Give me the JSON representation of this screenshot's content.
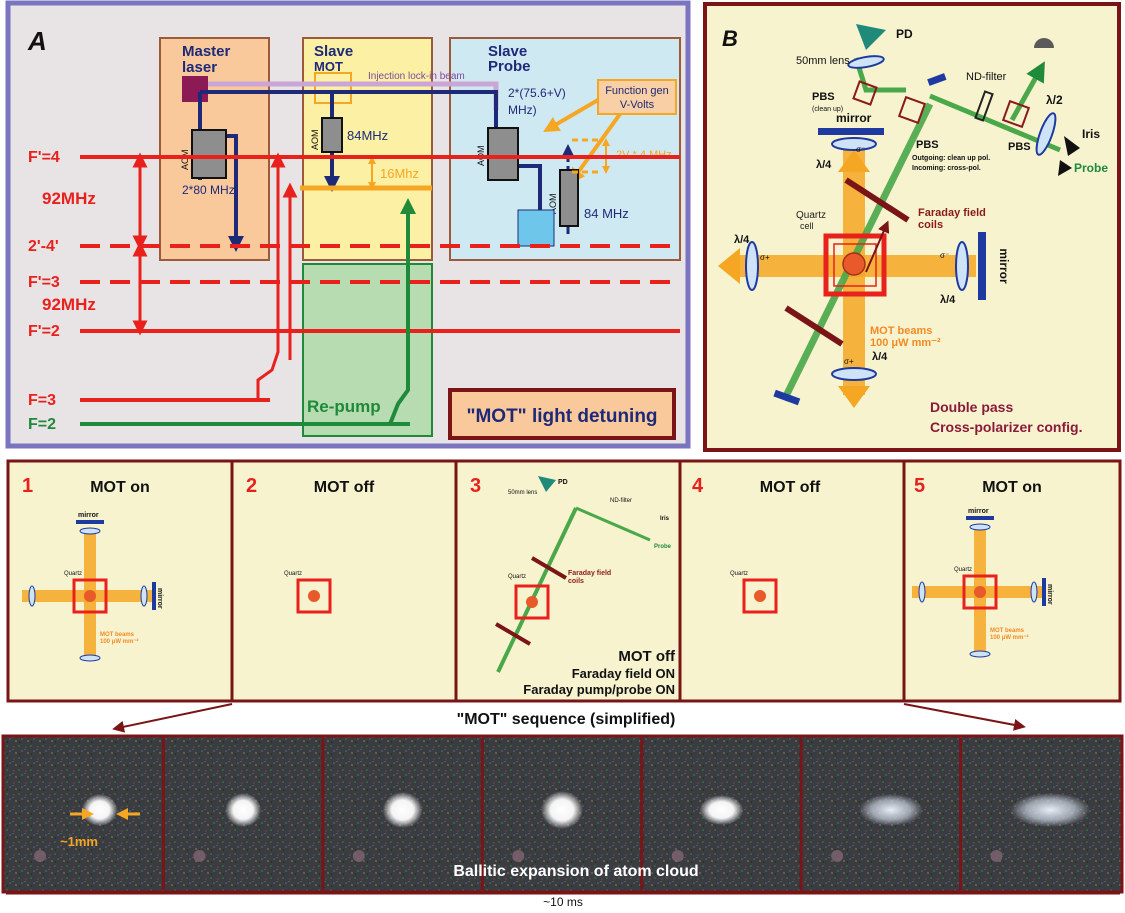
{
  "panelA": {
    "letter": "A",
    "master_label": "Master laser",
    "master_line1": "Master",
    "master_line2": "laser",
    "slave_mot_line1": "Slave",
    "slave_mot_line2": "MOT",
    "slave_probe_line1": "Slave",
    "slave_probe_line2": "Probe",
    "injection_label": "Injection lock-in beam",
    "function_gen_line1": "Function gen",
    "function_gen_line2": "V-Volts",
    "aom": "AOM",
    "freq_2x80": "2*80 MHz",
    "freq_84_top": "84MHz",
    "freq_16": "16Mhz",
    "freq_probe_line1": "2*(75.6+V)",
    "freq_probe_line2": "MHz)",
    "freq_2v4": "2V * 4 MHz",
    "freq_84_bottom": "84 MHz",
    "levels": [
      "F'=4",
      "2'-4'",
      "F'=3",
      "F'=2",
      "F=3",
      "F=2"
    ],
    "gap_upper": "92MHz",
    "gap_lower": "92MHz",
    "repump": "Re-pump",
    "detuning_title": "\"MOT\" light detuning",
    "colors": {
      "frame": "#7b75c0",
      "red": "#e8211d",
      "navy": "#1e2a78",
      "green": "#1f8a3a",
      "orange": "#f5a623"
    }
  },
  "panelB": {
    "letter": "B",
    "pd": "PD",
    "lens_50": "50mm lens",
    "nd_filter": "ND-filter",
    "pbs": "PBS",
    "clean_up": "(clean up)",
    "lambda2": "λ/2",
    "iris": "Iris",
    "probe": "Probe",
    "mirror": "mirror",
    "lambda4": "λ/4",
    "outgoing": "Outgoing: clean up pol.",
    "incoming": "Incoming: cross-pol.",
    "quartz_line1": "Quartz",
    "quartz_line2": "cell",
    "faraday_line1": "Faraday field",
    "faraday_line2": "coils",
    "sigma_minus": "σ⁻",
    "sigma_plus": "σ+",
    "mot_beams_line1": "MOT beams",
    "mot_beams_line2": "100 μW mm⁻²",
    "double_pass_line1": "Double pass",
    "double_pass_line2": "Cross-polarizer config."
  },
  "sequence": {
    "steps": [
      {
        "num": "1",
        "title": "MOT on"
      },
      {
        "num": "2",
        "title": "MOT off"
      },
      {
        "num": "3",
        "title": ""
      },
      {
        "num": "4",
        "title": "MOT off"
      },
      {
        "num": "5",
        "title": "MOT on"
      }
    ],
    "step3_line1": "MOT off",
    "step3_line2": "Faraday field ON",
    "step3_line3": "Faraday pump/probe ON",
    "caption": "\"MOT\" sequence (simplified)"
  },
  "images": {
    "size_label": "~1mm",
    "caption": "Ballitic expansion of atom cloud",
    "time_label": "~10 ms"
  }
}
